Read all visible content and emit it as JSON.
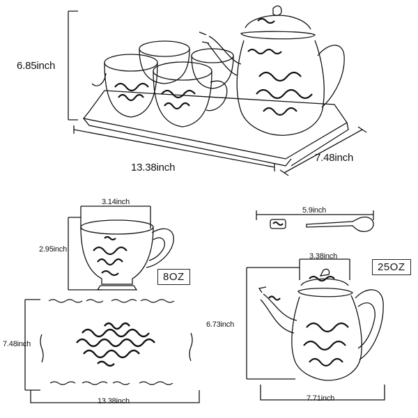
{
  "set": {
    "height_label": "6.85inch",
    "length_label": "13.38inch",
    "width_label": "7.48inch"
  },
  "spoon": {
    "length_label": "5.9inch"
  },
  "cup": {
    "width_label": "3.14inch",
    "height_label": "2.95inch",
    "capacity_label": "8OZ"
  },
  "teapot": {
    "top_label": "3.38inch",
    "height_label": "6.73inch",
    "width_label": "7.71inch",
    "capacity_label": "25OZ"
  },
  "tray": {
    "width_label": "7.48inch",
    "length_label": "13.38inch"
  },
  "colors": {
    "ink": "#111111",
    "background": "#ffffff"
  }
}
